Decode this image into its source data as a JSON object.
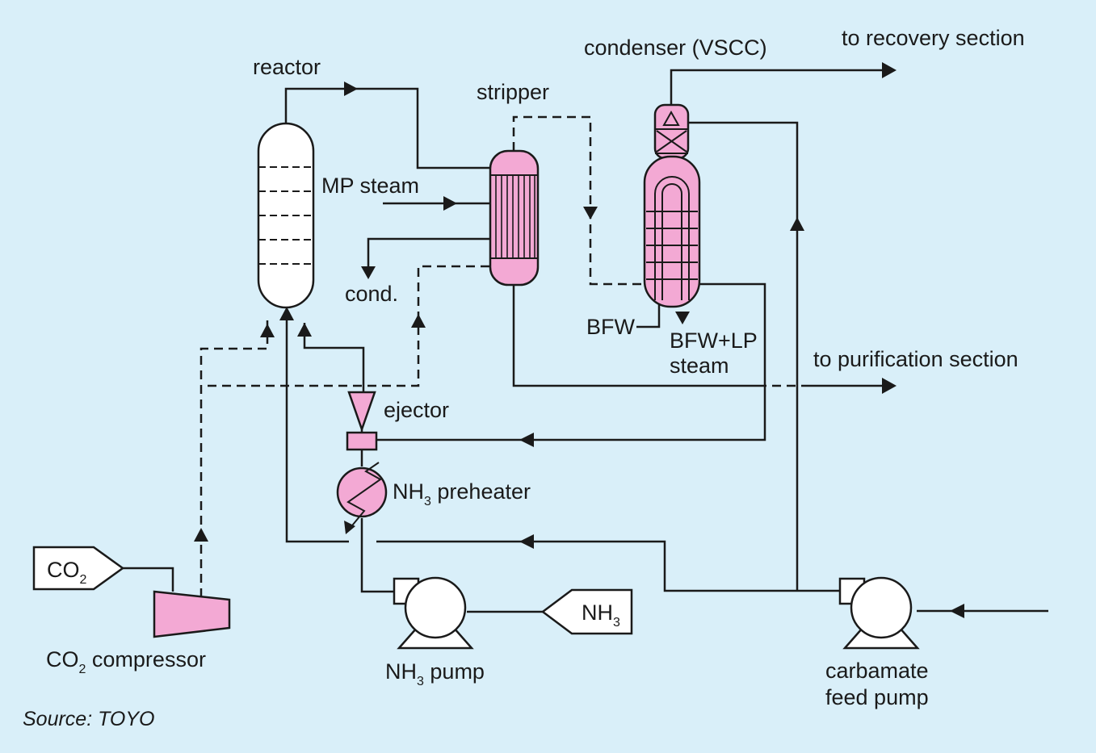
{
  "colors": {
    "background": "#d9eff9",
    "equipment_fill": "#f3a9d4",
    "line": "#1a1a1a",
    "vessel_fill": "#ffffff"
  },
  "labels": {
    "reactor": "reactor",
    "stripper": "stripper",
    "condenser": "condenser (VSCC)",
    "to_recovery": "to recovery section",
    "mp_steam": "MP steam",
    "cond": "cond.",
    "bfw": "BFW",
    "bfw_lp_line1": "BFW+LP",
    "bfw_lp_line2": "steam",
    "to_purification": "to purification section",
    "ejector": "ejector",
    "nh3_preheater_pre": "NH",
    "nh3_preheater_sub": "3",
    "nh3_preheater_post": " preheater",
    "co2_tag_main": "CO",
    "co2_tag_sub": "2",
    "nh3_tag_main": "NH",
    "nh3_tag_sub": "3",
    "co2_compressor_pre": "CO",
    "co2_compressor_sub": "2",
    "co2_compressor_post": " compressor",
    "nh3_pump_pre": "NH",
    "nh3_pump_sub": "3",
    "nh3_pump_post": " pump",
    "carbamate_line1": "carbamate",
    "carbamate_line2": "feed pump",
    "source": "Source: TOYO"
  }
}
